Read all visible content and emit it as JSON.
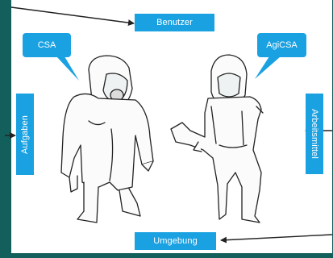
{
  "labels": {
    "top": "Benutzer",
    "bottom": "Umgebung",
    "left": "Aufgaben",
    "right": "Arbeitsmittel"
  },
  "bubbles": {
    "left": "CSA",
    "right": "AgiCSA"
  },
  "colors": {
    "accent": "#1aa1e1",
    "frame": "#125f5c",
    "ink": "#222222"
  }
}
